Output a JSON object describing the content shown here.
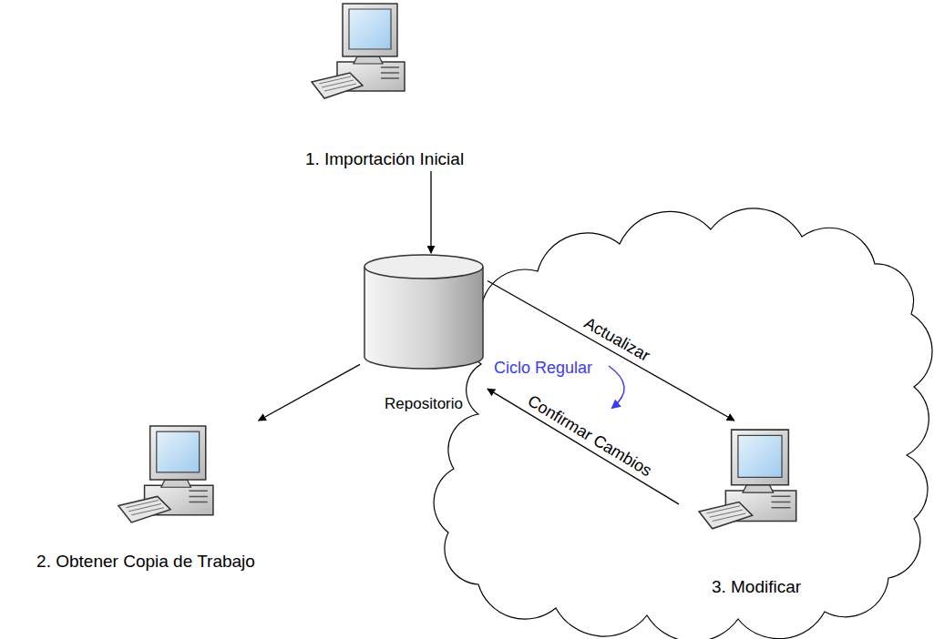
{
  "diagram": {
    "nodes": [
      {
        "text": [
          "1. Importación Inicial"
        ]
      },
      {
        "text": [
          "Repositorio"
        ]
      },
      {
        "text": [
          "2. Obtener Copia de Trabajo"
        ]
      },
      {
        "text": [
          "3. Modificar"
        ]
      }
    ],
    "edges": [
      {
        "from": 0,
        "to": 1,
        "arrow": "to"
      },
      {
        "from": 1,
        "to": 2,
        "arrow": "to"
      },
      {
        "from": 1,
        "to": 3,
        "label": "Actualizar",
        "arrow": "to"
      },
      {
        "from": 3,
        "to": 1,
        "label": "Confirmar Cambios",
        "arrow": "to"
      }
    ],
    "labels": [
      "Ciclo Regular"
    ]
  }
}
